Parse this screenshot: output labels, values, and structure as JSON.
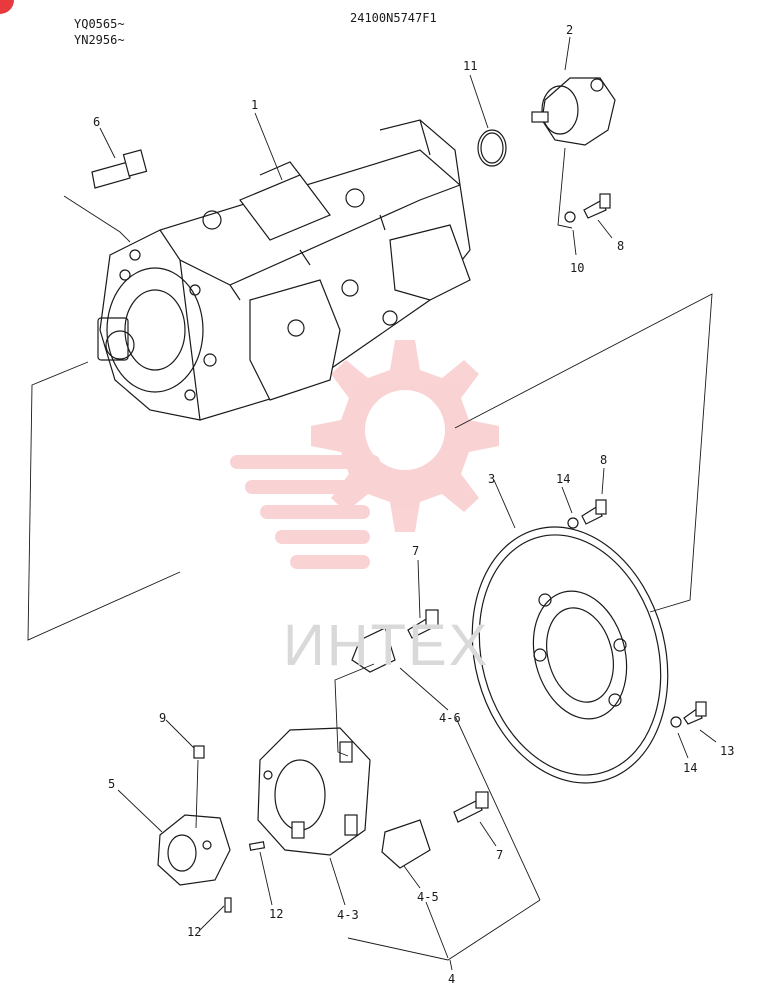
{
  "header": {
    "serial_line_1": "YQ0565~",
    "serial_line_2": "YN2956~",
    "drawing_number": "24100N5747F1"
  },
  "watermark": {
    "text": "ИНТЕХ",
    "color": "#e8393f"
  },
  "callouts": {
    "c1": "1",
    "c2": "2",
    "c3": "3",
    "c4": "4",
    "c4_3": "4-3",
    "c4_5": "4-5",
    "c4_6": "4-6",
    "c5": "5",
    "c6": "6",
    "c7a": "7",
    "c7b": "7",
    "c8a": "8",
    "c8b": "8",
    "c9": "9",
    "c10": "10",
    "c11": "11",
    "c12a": "12",
    "c12b": "12",
    "c13": "13",
    "c14a": "14",
    "c14b": "14"
  }
}
